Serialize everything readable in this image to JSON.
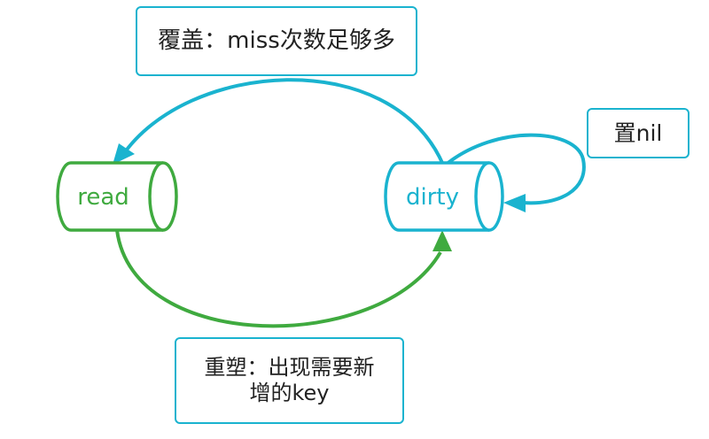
{
  "colors": {
    "cyan": "#1ab3cf",
    "green": "#3faa3f",
    "text": "#222222",
    "background": "#ffffff"
  },
  "nodes": {
    "read": {
      "label": "read"
    },
    "dirty": {
      "label": "dirty"
    }
  },
  "annotations": {
    "cover": "覆盖：miss次数足够多",
    "set_nil": "置nil",
    "rebuild_line1": "重塑：出现需要新",
    "rebuild_line2": "增的key"
  },
  "edges": [
    {
      "from": "dirty",
      "to": "read",
      "annotation": "cover",
      "color": "cyan"
    },
    {
      "from": "dirty",
      "to": "dirty",
      "annotation": "set_nil",
      "color": "cyan"
    },
    {
      "from": "read",
      "to": "dirty",
      "annotation": "rebuild",
      "color": "green"
    }
  ]
}
